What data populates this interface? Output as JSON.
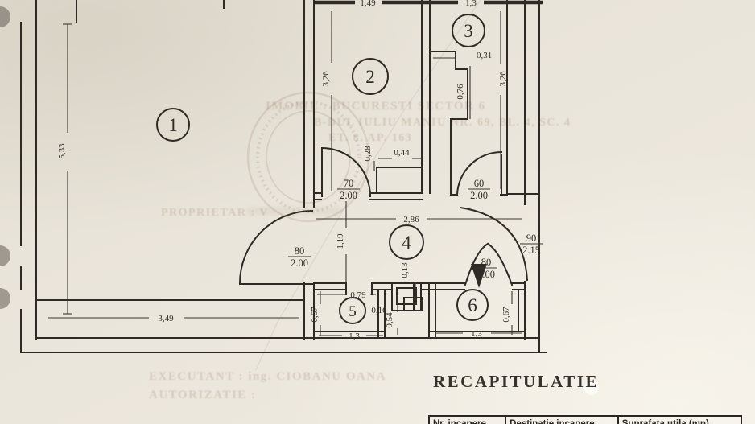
{
  "rooms": {
    "r1": "1",
    "r2": "2",
    "r3": "3",
    "r4": "4",
    "r5": "5",
    "r6": "6"
  },
  "dims": {
    "room1_height": "5,33",
    "room1_width": "3,49",
    "room2_height": "3,26",
    "room2_width": "1,49",
    "room2_niche_h": "0,28",
    "room2_niche_w": "0,44",
    "room3_width": "1,3",
    "room3_step": "0,31",
    "room3_niche": "0,76",
    "room3_height": "3,26",
    "hall_width": "2,86",
    "hall_height": "1,19",
    "hall_wall": "0,13",
    "room5_width": "0,79",
    "room5_height": "0,67",
    "room5_gap": "0,16",
    "room5_shaft": "0,54",
    "room5_base": "1,3",
    "room6_base": "1,3",
    "room6_height": "0,67"
  },
  "doors": {
    "room2": {
      "width": "70",
      "height": "2.00"
    },
    "room3": {
      "width": "60",
      "height": "2.00"
    },
    "hall": {
      "width": "80",
      "height": "2.00"
    },
    "entry": {
      "width": "90",
      "height": "2.15"
    },
    "room6": {
      "width": "80",
      "height": "2.00"
    }
  },
  "watermark": {
    "address1": "IMOBIL : BUCURESTI SECTOR 6",
    "address2": "B-DUL IULIU MANIU NR. 69, BL. 4, SC. 4",
    "address3": "ET. 8, AP. 163",
    "owner": "PROPRIETAR : V",
    "executant": "EXECUTANT : ing. CIOBANU OANA",
    "authorization": "AUTORIZATIE :"
  },
  "recap": {
    "title": "RECAPITULATIE",
    "headers": [
      "Nr. incapere",
      "Destinatie incapere",
      "Suprafata utila (mp)"
    ]
  },
  "colors": {
    "ink": "#2e2b26",
    "paper": "#eae5db",
    "stamp": "#9a7a68"
  }
}
